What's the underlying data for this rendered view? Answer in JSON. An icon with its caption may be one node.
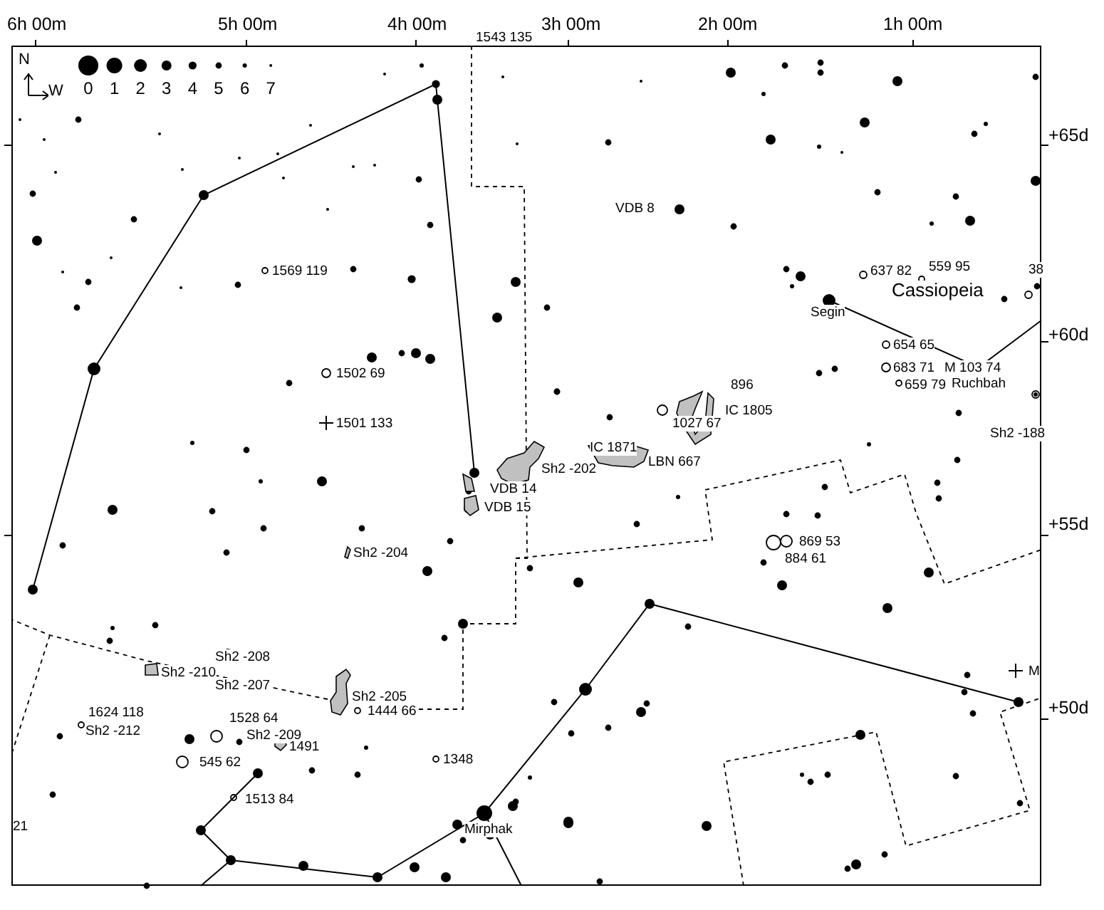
{
  "diagram": {
    "labels": [
      "6h 00m",
      "5h 00m",
      "4h 00m",
      "3h 00m",
      "2h 00m",
      "1h 00m",
      "1543 135",
      "N",
      "W",
      "+65d",
      "VDB 8",
      "1569 119",
      "637 82",
      "559 95",
      "38",
      "Cassiopeia",
      "Segin",
      "+60d",
      "654 65",
      "1502 69",
      "683 71",
      "M 103 74",
      "896",
      "659 79",
      "Ruchbah",
      "1501 133",
      "1027 67",
      "IC 1805",
      "Sh2 -188",
      "IC 1871",
      "Sh2 -202",
      "LBN 667",
      "VDB 14",
      "VDB 15",
      "869 53",
      "+55d",
      "884 61",
      "Sh2 -204",
      "Sh2 -208",
      "Sh2 -210",
      "Sh2 -207",
      "M",
      "Sh2 -205",
      "1624 118",
      "1444 66",
      "+50d",
      "1528 64",
      "Sh2 -212",
      "Sh2 -209",
      "1491",
      "545 62",
      "1348",
      "1513 84",
      "21",
      "Mirphak"
    ],
    "legend": [
      {
        "text": "0"
      },
      {
        "text": "1"
      },
      {
        "text": "2"
      },
      {
        "text": "3"
      },
      {
        "text": "4"
      },
      {
        "text": "5"
      },
      {
        "text": "6"
      },
      {
        "text": "7"
      }
    ]
  }
}
